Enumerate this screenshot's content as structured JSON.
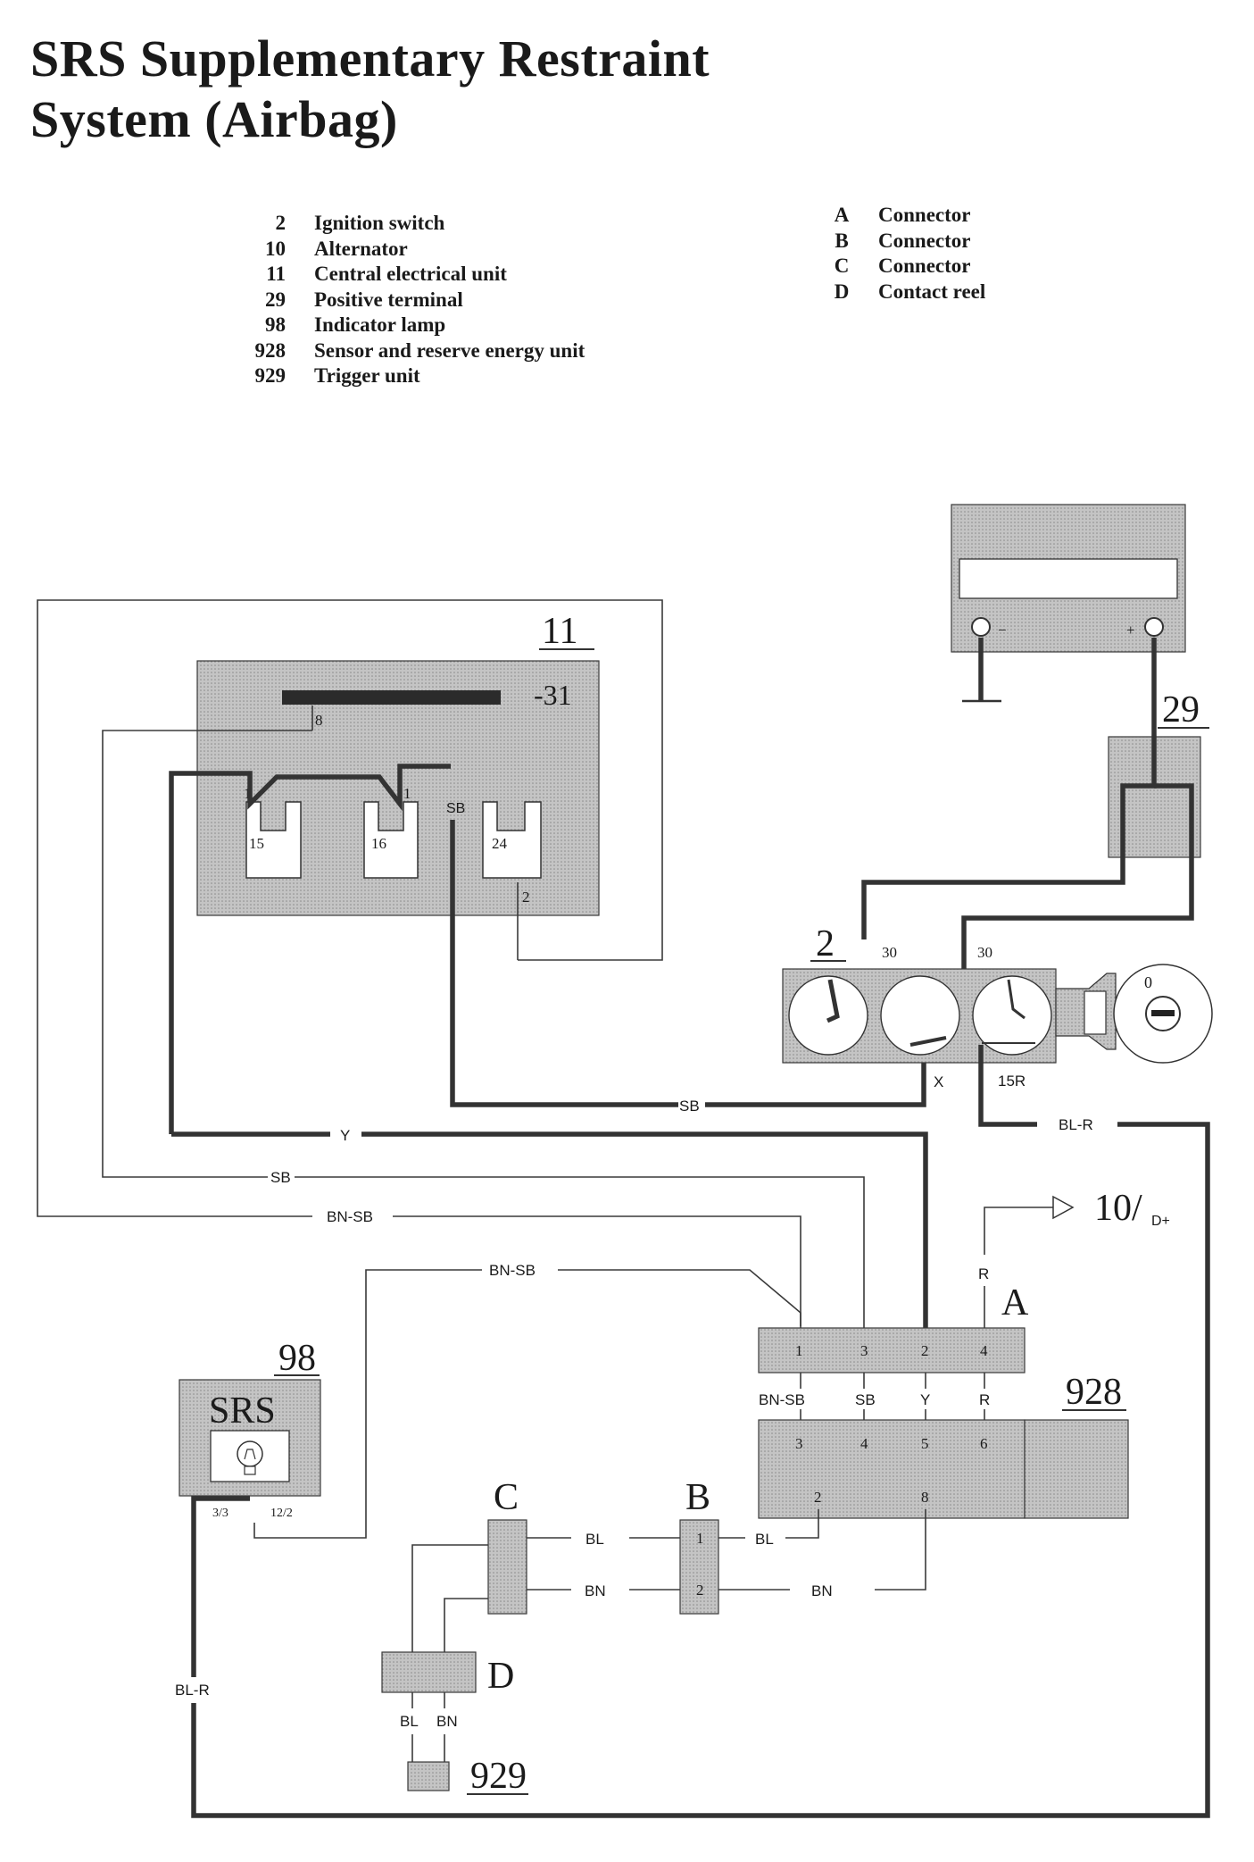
{
  "title": {
    "line1": "SRS Supplementary Restraint",
    "line2": "System (Airbag)"
  },
  "legend_components": [
    {
      "num": "2",
      "desc": "Ignition switch"
    },
    {
      "num": "10",
      "desc": "Alternator"
    },
    {
      "num": "11",
      "desc": "Central electrical unit"
    },
    {
      "num": "29",
      "desc": "Positive terminal"
    },
    {
      "num": "98",
      "desc": "Indicator lamp"
    },
    {
      "num": "928",
      "desc": "Sensor and reserve energy unit"
    },
    {
      "num": "929",
      "desc": "Trigger unit"
    }
  ],
  "legend_connectors": [
    {
      "key": "A",
      "desc": "Connector"
    },
    {
      "key": "B",
      "desc": "Connector"
    },
    {
      "key": "C",
      "desc": "Connector"
    },
    {
      "key": "D",
      "desc": "Contact reel"
    }
  ],
  "components": {
    "cu": {
      "id": "11",
      "ground": "-31",
      "pin_8": "8",
      "pin_1a": "1",
      "pin_1b": "1",
      "pin_sb": "SB",
      "pin_2": "2",
      "fuse_15": "15",
      "fuse_16": "16",
      "fuse_24": "24"
    },
    "battery": {
      "minus": "−",
      "plus": "+"
    },
    "positive_terminal": {
      "id": "29"
    },
    "ignition": {
      "id": "2",
      "t30a": "30",
      "t30b": "30",
      "tx": "X",
      "t15r": "15R",
      "key_mark": "0"
    },
    "alternator": {
      "ref": "10/",
      "sub": "D+"
    },
    "connector_a": {
      "id": "A",
      "pins": [
        "1",
        "3",
        "2",
        "4"
      ]
    },
    "sensor": {
      "id": "928",
      "pins_top": [
        "3",
        "4",
        "5",
        "6"
      ],
      "pins_bottom": [
        "2",
        "8"
      ]
    },
    "lamp": {
      "id": "98",
      "text": "SRS",
      "pin_left": "3/3",
      "pin_right": "12/2"
    },
    "connector_b": {
      "id": "B",
      "pins": [
        "1",
        "2"
      ]
    },
    "connector_c": {
      "id": "C"
    },
    "contact_reel": {
      "id": "D"
    },
    "trigger": {
      "id": "929"
    }
  },
  "wire_labels": {
    "sb_ign": "SB",
    "y_main": "Y",
    "sb_8": "SB",
    "bn_sb_top": "BN-SB",
    "bn_sb_lamp": "BN-SB",
    "bl_r_top": "BL-R",
    "bl_r_left": "BL-R",
    "r_alt": "R",
    "a_bn_sb": "BN-SB",
    "a_sb": "SB",
    "a_y": "Y",
    "a_r": "R",
    "bl_cb": "BL",
    "bn_cb": "BN",
    "bl_b928": "BL",
    "bn_b928": "BN",
    "d_bl": "BL",
    "d_bn": "BN"
  },
  "colors": {
    "fill": "#bdbdbd",
    "line": "#333333"
  }
}
